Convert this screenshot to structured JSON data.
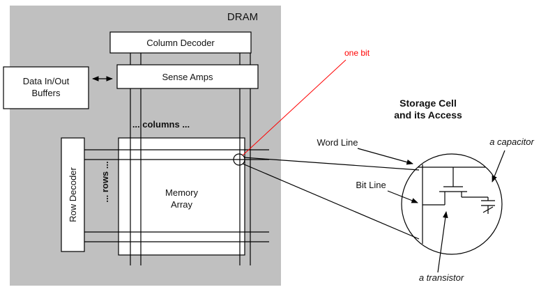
{
  "dram_block": {
    "label": "DRAM",
    "column_decoder_label": "Column Decoder",
    "sense_amps_label": "Sense Amps",
    "data_buffers_label_line1": "Data In/Out",
    "data_buffers_label_line2": "Buffers",
    "columns_label": "... columns ...",
    "rows_label": "... rows ...",
    "row_decoder_label": "Row Decoder",
    "memory_array_label_line1": "Memory",
    "memory_array_label_line2": "Array"
  },
  "callout": {
    "one_bit_label": "one bit"
  },
  "storage_cell": {
    "title_line1": "Storage Cell",
    "title_line2": "and its Access",
    "word_line_label": "Word Line",
    "bit_line_label": "Bit Line",
    "capacitor_label": "a capacitor",
    "transistor_label": "a transistor"
  },
  "colors": {
    "dram_background": "#c0c0c0",
    "box_fill": "#ffffff",
    "line": "#000000",
    "accent_red": "#ff0000"
  }
}
